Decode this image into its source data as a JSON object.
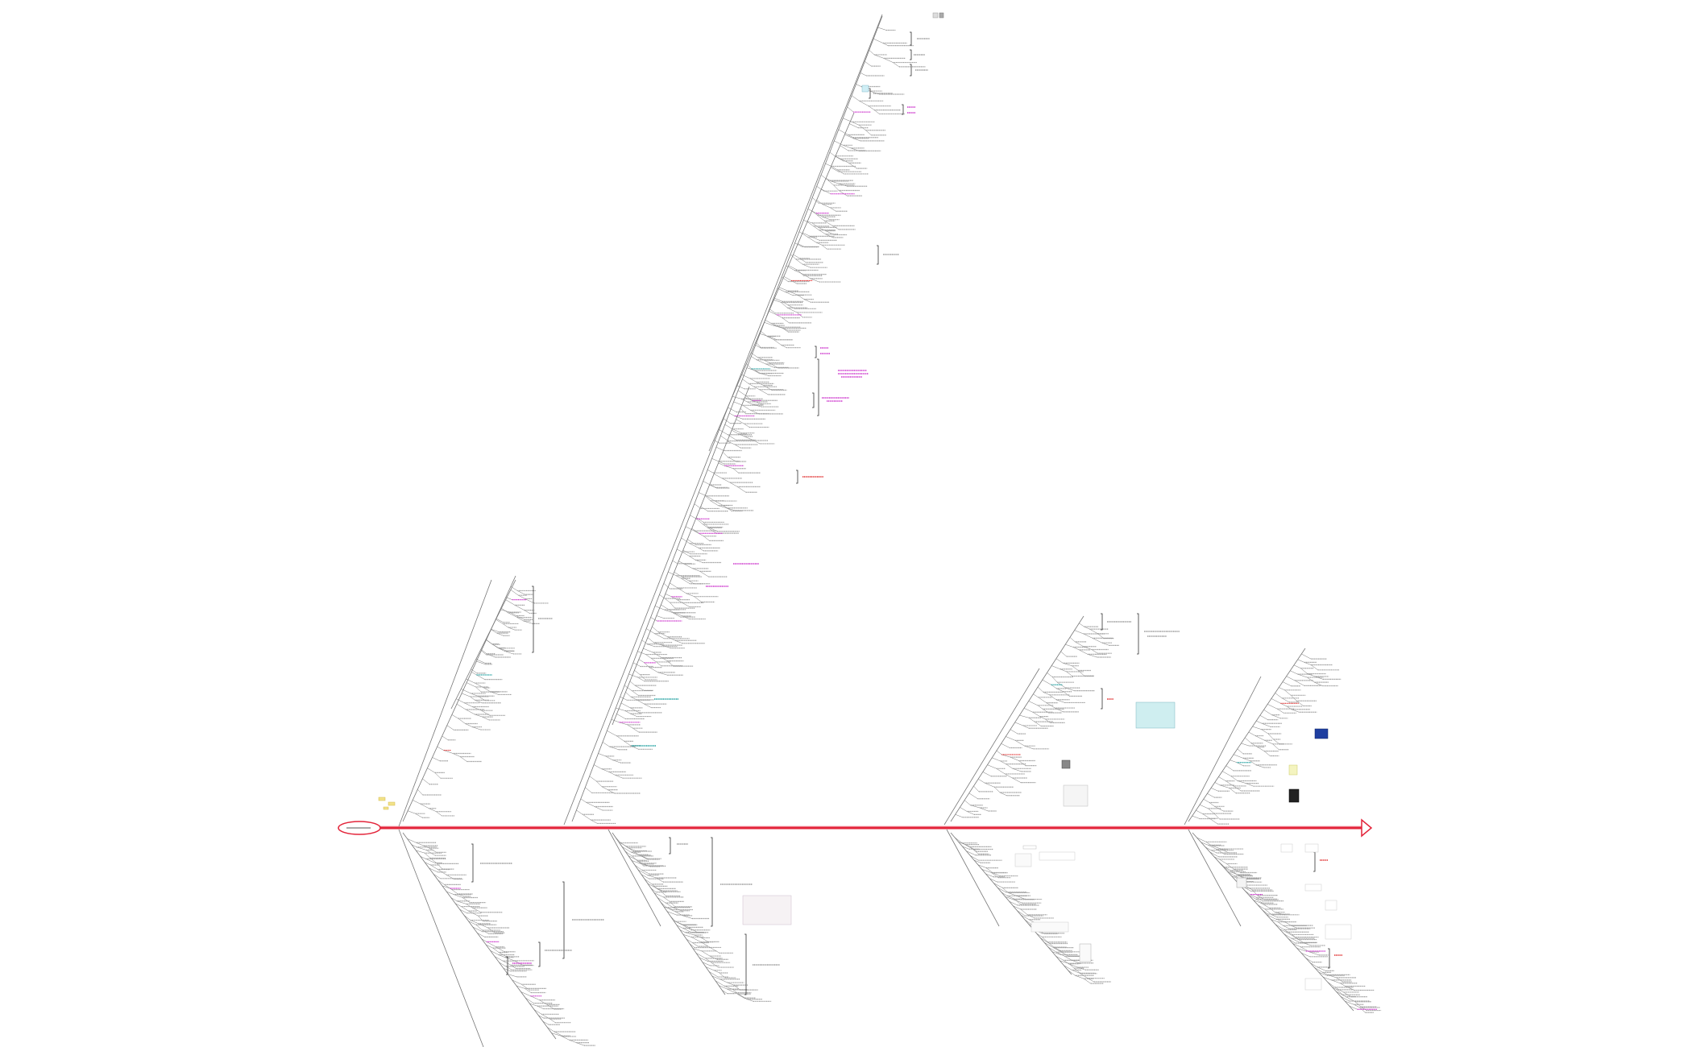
{
  "diagram": {
    "type": "fishbone-mindmap",
    "root": {
      "label": ""
    },
    "colors": {
      "spine": "#e3243a",
      "root_outline": "#e3243a",
      "branch_line": "#777777",
      "node_text": "#9a9a9a",
      "accent_magenta": "#cc33cc",
      "accent_red": "#e03030",
      "accent_teal": "#1fa0a0",
      "bracket": "#333333"
    },
    "icons": [
      "clip-art-image",
      "thumbnail-image",
      "blue-flag-image",
      "screenshot-image",
      "table-image"
    ]
  }
}
